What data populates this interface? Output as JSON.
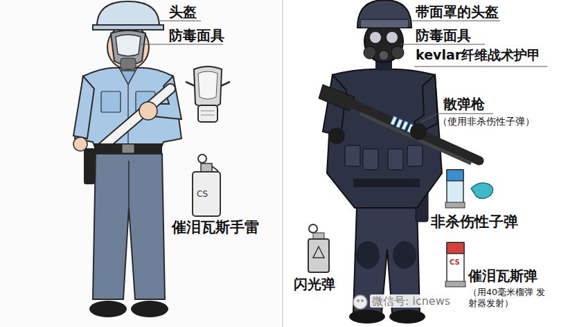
{
  "diagram": {
    "labels": [
      "头盔",
      "防毒面具",
      "CS",
      "催泪瓦斯手雷",
      "带面罩的头盔",
      "防毒面具",
      "kevlar纤维战术护甲",
      "散弹枪",
      "（使用非杀伤性子弹）",
      "非杀伤性子弹",
      "闪光弹",
      "CS",
      "催泪瓦斯弹",
      "（用40毫米榴弹 发射器发射）",
      "微信号: icnews"
    ]
  }
}
